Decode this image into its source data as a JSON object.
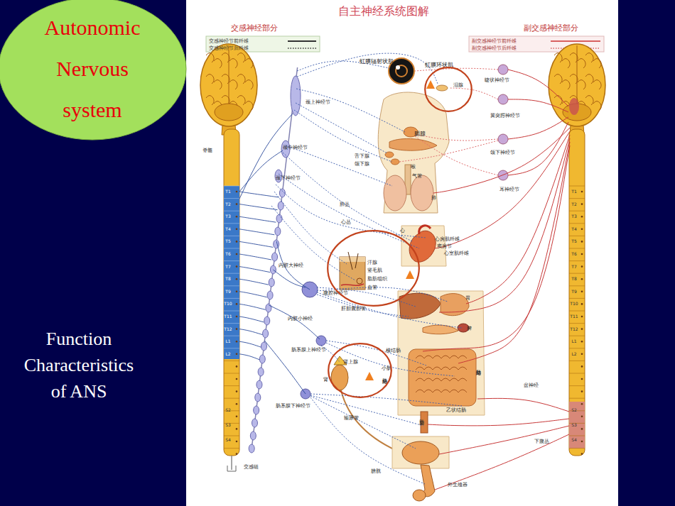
{
  "diagram": {
    "title": "自主神经系统图解",
    "nodes": [
      {
        "text": [
          "Autonomic Nervous system"
        ]
      },
      {
        "text": [
          "泪腺"
        ]
      },
      {
        "text": [
          "汗腺",
          "竖毛肌",
          "脂肪组织",
          "血管"
        ]
      },
      {
        "text": [
          "肾上腺"
        ]
      }
    ],
    "labels": [
      "交感神经部分",
      "副交感神经部分",
      "虹膜辐射状肌",
      "虹膜环状肌",
      "睫状神经节",
      "翼突腭神经节",
      "颌下神经节",
      "耳神经节",
      "腮腺",
      "舌下腺",
      "颌下腺",
      "喉",
      "气管",
      "肺",
      "肺丛",
      "颈上神经节",
      "颈中神经节",
      "颈下神经节",
      "脊髓",
      "心丛",
      "心",
      "心房肌纤维",
      "窦房节",
      "心室肌纤维",
      "内脏大神经",
      "腹腔神经节",
      "肝胆囊胆管",
      "胃",
      "脾",
      "内脏小神经",
      "肠系膜上神经节",
      "横结肠",
      "小肠",
      "升结肠",
      "降结肠",
      "肾",
      "肠系膜下神经节",
      "输尿管",
      "乙状结肠",
      "直肠",
      "盆神经",
      "下腹丛",
      "膀胱",
      "外生殖器",
      "交感链",
      "T1",
      "T2",
      "T3",
      "T4",
      "T5",
      "T6",
      "T7",
      "T8",
      "T9",
      "T10",
      "T11",
      "T12",
      "L1",
      "L2",
      "S2",
      "S3",
      "S4",
      "T1",
      "T2",
      "T3",
      "T4",
      "T5",
      "T6",
      "T7",
      "T8",
      "T9",
      "T10",
      "T11",
      "T12",
      "L1",
      "L2",
      "S2",
      "S3",
      "S4",
      "Function Characteristics of ANS"
    ],
    "legend": [
      {
        "text": "交感神经节前纤维"
      },
      {
        "text": "交感神经节后纤维"
      },
      {
        "text": "副交感神经节前纤维"
      },
      {
        "text": "副交感神经节后纤维"
      }
    ]
  }
}
